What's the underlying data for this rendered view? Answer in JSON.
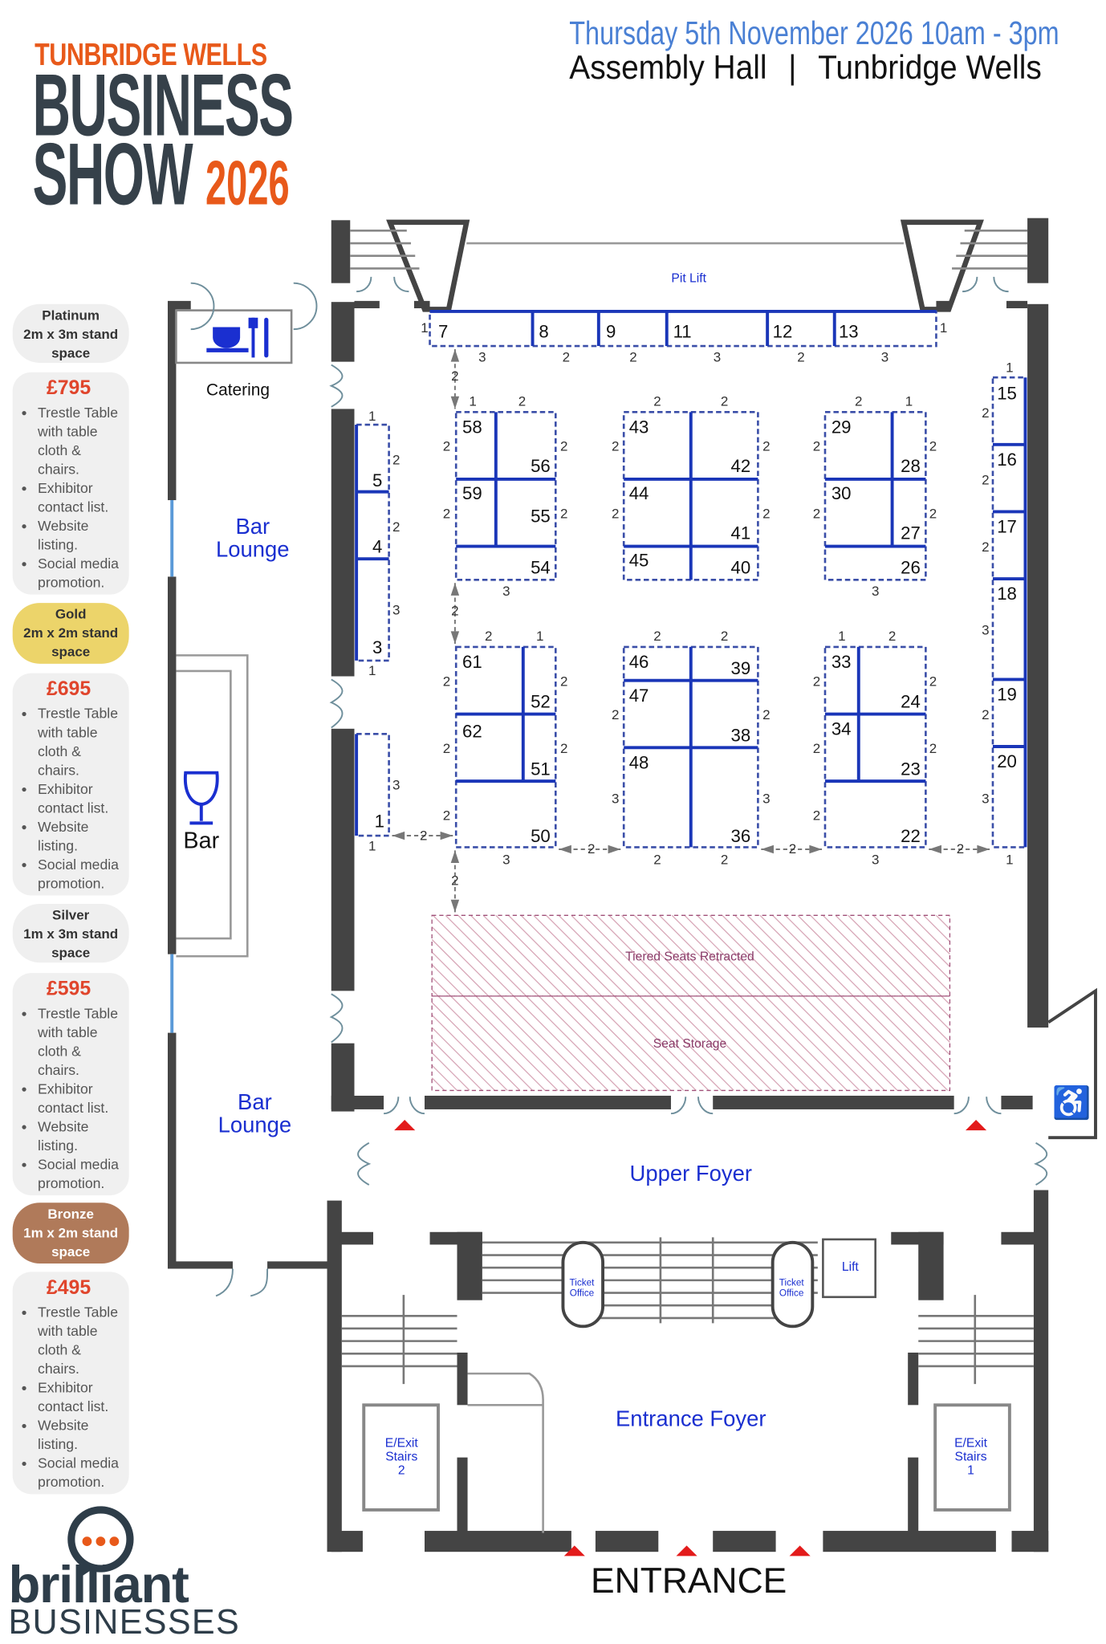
{
  "header": {
    "date_line": "Thursday 5th November 2026 10am - 3pm",
    "venue": "Assembly Hall",
    "separator": "|",
    "town": "Tunbridge Wells"
  },
  "logo": {
    "line1": "TUNBRIDGE WELLS",
    "line2": "BUSINESS",
    "line3": "SHOW",
    "year": "2026"
  },
  "packages": [
    {
      "tier": "Platinum",
      "size": "2m x 3m stand space",
      "price": "£795",
      "features": [
        "Trestle Table with table cloth & chairs.",
        "Exhibitor contact list.",
        "Website listing.",
        "Social media promotion."
      ]
    },
    {
      "tier": "Gold",
      "size": "2m x 2m stand space",
      "price": "£695",
      "features": [
        "Trestle Table with table cloth & chairs.",
        "Exhibitor contact list.",
        "Website listing.",
        "Social media promotion."
      ]
    },
    {
      "tier": "Silver",
      "size": "1m x 3m stand space",
      "price": "£595",
      "features": [
        "Trestle Table with table cloth & chairs.",
        "Exhibitor contact list.",
        "Website listing.",
        "Social media promotion."
      ]
    },
    {
      "tier": "Bronze",
      "size": "1m x 2m stand space",
      "price": "£495",
      "features": [
        "Trestle Table with table cloth & chairs.",
        "Exhibitor contact list.",
        "Website listing.",
        "Social media promotion."
      ]
    }
  ],
  "footer_logo": {
    "word1": "brilliant",
    "word2": "BUSINESSES"
  },
  "floorplan": {
    "labels": {
      "pit_lift": "Pit Lift",
      "catering": "Catering",
      "bar_lounge_top": "Bar Lounge",
      "bar_lounge_bottom": "Bar Lounge",
      "bar": "Bar",
      "tiered_seats": "Tiered Seats Retracted",
      "seat_storage": "Seat Storage",
      "upper_foyer": "Upper Foyer",
      "entrance_foyer": "Entrance Foyer",
      "ticket_office_left": "Ticket Office",
      "ticket_office_right": "Ticket Office",
      "lift": "Lift",
      "exit_stairs_2": "E/Exit Stairs 2",
      "exit_stairs_1": "E/Exit Stairs 1",
      "entrance": "ENTRANCE"
    },
    "stands": [
      "7",
      "8",
      "9",
      "11",
      "12",
      "13",
      "58",
      "56",
      "59",
      "55",
      "54",
      "43",
      "42",
      "44",
      "41",
      "45",
      "40",
      "29",
      "28",
      "30",
      "27",
      "26",
      "61",
      "52",
      "62",
      "51",
      "50",
      "46",
      "39",
      "47",
      "38",
      "48",
      "36",
      "33",
      "24",
      "34",
      "23",
      "22",
      "5",
      "4",
      "3",
      "1",
      "15",
      "16",
      "17",
      "18",
      "19",
      "20"
    ],
    "dimensions": [
      "1",
      "1",
      "3",
      "2",
      "2",
      "3",
      "2",
      "3",
      "2",
      "2",
      "2",
      "2",
      "2",
      "2",
      "2",
      "1",
      "2",
      "2",
      "2",
      "2",
      "2",
      "3",
      "2",
      "2",
      "2",
      "2",
      "2",
      "2",
      "2",
      "1",
      "2",
      "2",
      "2",
      "2",
      "3",
      "2",
      "1",
      "2",
      "2",
      "2",
      "2",
      "2",
      "3",
      "2",
      "2",
      "2",
      "3",
      "2",
      "3",
      "2",
      "2",
      "1",
      "2",
      "2",
      "2",
      "2",
      "2",
      "2",
      "3",
      "1",
      "2",
      "2",
      "3",
      "1",
      "3",
      "1",
      "1",
      "2",
      "2",
      "2",
      "3",
      "2",
      "3",
      "1"
    ]
  },
  "colors": {
    "stand_line": "#1a36b8",
    "platinum": "#efefef",
    "gold": "#ecd46a",
    "silver": "#efefef",
    "bronze": "#b07a5a",
    "price": "#e0452c",
    "logo_orange": "#e8591a",
    "logo_dark": "#36414a",
    "date_blue": "#4a80d4"
  }
}
